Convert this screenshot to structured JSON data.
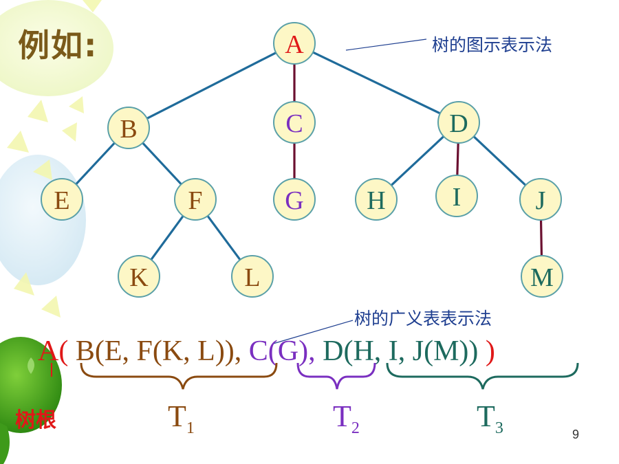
{
  "heading": "例如:",
  "page_number": "9",
  "label_tree_diagram": "树的图示表示法",
  "label_generalized_list": "树的广义表表示法",
  "root_caption": "树根",
  "colors": {
    "heading": "#7a5a1a",
    "edge_blue": "#1f6b9a",
    "edge_maroon": "#6b1030",
    "node_fill": "#fdf7c6",
    "node_stroke": "#5aa0a8",
    "root": "#e01818",
    "t1": "#8a4a10",
    "t2": "#7a2fc0",
    "t3": "#1d6a5e",
    "label": "#1f3f90"
  },
  "tree": {
    "nodes": [
      {
        "id": "A",
        "label": "A",
        "color": "#e01818"
      },
      {
        "id": "B",
        "label": "B",
        "color": "#8a4a10"
      },
      {
        "id": "C",
        "label": "C",
        "color": "#7a2fc0"
      },
      {
        "id": "D",
        "label": "D",
        "color": "#1d6a5e"
      },
      {
        "id": "E",
        "label": "E",
        "color": "#8a4a10"
      },
      {
        "id": "F",
        "label": "F",
        "color": "#8a4a10"
      },
      {
        "id": "G",
        "label": "G",
        "color": "#7a2fc0"
      },
      {
        "id": "H",
        "label": "H",
        "color": "#1d6a5e"
      },
      {
        "id": "I",
        "label": "I",
        "color": "#1d6a5e"
      },
      {
        "id": "J",
        "label": "J",
        "color": "#1d6a5e"
      },
      {
        "id": "K",
        "label": "K",
        "color": "#8a4a10"
      },
      {
        "id": "L",
        "label": "L",
        "color": "#8a4a10"
      },
      {
        "id": "M",
        "label": "M",
        "color": "#1d6a5e"
      }
    ],
    "edges": [
      {
        "from": "A",
        "to": "B",
        "color": "#1f6b9a"
      },
      {
        "from": "A",
        "to": "C",
        "color": "#6b1030"
      },
      {
        "from": "A",
        "to": "D",
        "color": "#1f6b9a"
      },
      {
        "from": "B",
        "to": "E",
        "color": "#1f6b9a"
      },
      {
        "from": "B",
        "to": "F",
        "color": "#1f6b9a"
      },
      {
        "from": "C",
        "to": "G",
        "color": "#6b1030"
      },
      {
        "from": "D",
        "to": "H",
        "color": "#1f6b9a"
      },
      {
        "from": "D",
        "to": "I",
        "color": "#6b1030"
      },
      {
        "from": "D",
        "to": "J",
        "color": "#1f6b9a"
      },
      {
        "from": "F",
        "to": "K",
        "color": "#1f6b9a"
      },
      {
        "from": "F",
        "to": "L",
        "color": "#1f6b9a"
      },
      {
        "from": "J",
        "to": "M",
        "color": "#6b1030"
      }
    ]
  },
  "expression": {
    "part_root": "A(",
    "part_t1": "B(E, F(K, L))",
    "sep1": ",",
    "part_t2": "C(G)",
    "sep2": ",",
    "part_t3": "D(H, I, J(M))",
    "part_close": ")"
  },
  "subtrees": [
    {
      "letter": "T",
      "sub": "1"
    },
    {
      "letter": "T",
      "sub": "2"
    },
    {
      "letter": "T",
      "sub": "3"
    }
  ]
}
